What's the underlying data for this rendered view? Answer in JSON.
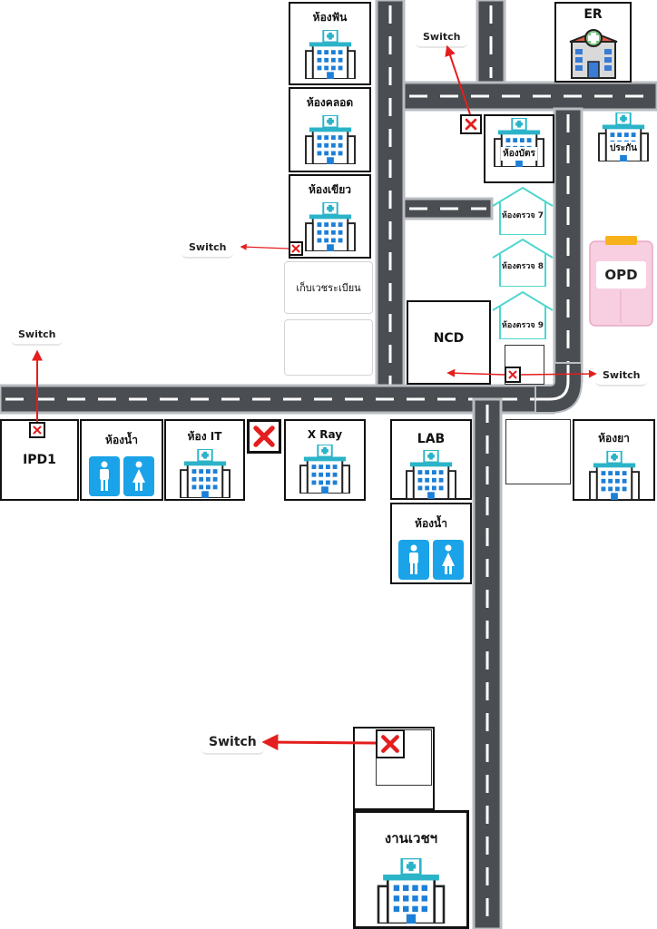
{
  "rooms": {
    "dental": "ห้องฟัน",
    "delivery": "ห้องคลอด",
    "green": "ห้องเขียว",
    "records": "เก็บเวชระเบียน",
    "ncd": "NCD",
    "card": "ห้องบัตร",
    "insurance": "ประกัน",
    "er": "ER",
    "opd": "OPD",
    "exam7": "ห้องตรวจ 7",
    "exam8": "ห้องตรวจ 8",
    "exam9": "ห้องตรวจ 9",
    "ipd1": "IPD1",
    "restroom1": "ห้องน้ำ",
    "it": "ห้อง IT",
    "xray": "X Ray",
    "lab": "LAB",
    "restroom2": "ห้องน้ำ",
    "pharmacy": "ห้องยา",
    "medical_records_work": "งานเวชฯ"
  },
  "switches": {
    "top": "Switch",
    "left_mid": "Switch",
    "left_far": "Switch",
    "right": "Switch",
    "bottom": "Switch"
  },
  "colors": {
    "road": "#4a4d52",
    "road_edge": "#b9bcc0",
    "lane_mark": "#ffffff",
    "arrow": "#e41e1e",
    "building_teal": "#2bb3c8",
    "building_blue": "#1d7fd6",
    "opd_pink": "#f7cfe0",
    "opd_lid": "#f7b21b",
    "restroom_blue": "#1aa3e8",
    "exam_outline": "#4fd6cf"
  },
  "icons": {
    "building": "hospital-building-icon",
    "er": "emergency-hospital-icon",
    "restroom": "restroom-icon",
    "switch_off": "red-x-icon",
    "opd": "clipboard-icon",
    "exam": "house-outline-icon"
  }
}
